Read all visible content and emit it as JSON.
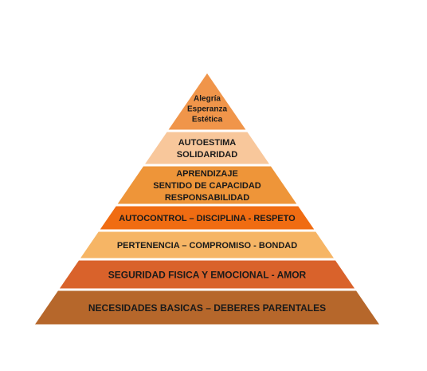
{
  "pyramid": {
    "tiers": [
      {
        "lines": [
          "Alegría",
          "Esperanza",
          "Estética"
        ],
        "color": "#F0954A"
      },
      {
        "lines": [
          "AUTOESTIMA",
          "SOLIDARIDAD"
        ],
        "color": "#F8C79B"
      },
      {
        "lines": [
          "APRENDIZAJE",
          "SENTIDO DE CAPACIDAD",
          "RESPONSABILIDAD"
        ],
        "color": "#EE9539"
      },
      {
        "lines": [
          "AUTOCONTROL – DISCIPLINA - RESPETO"
        ],
        "color": "#F06C12"
      },
      {
        "lines": [
          "PERTENENCIA – COMPROMISO - BONDAD"
        ],
        "color": "#F6B565"
      },
      {
        "lines": [
          "SEGURIDAD FISICA Y EMOCIONAL - AMOR"
        ],
        "color": "#D9622B"
      },
      {
        "lines": [
          "NECESIDADES BASICAS – DEBERES PARENTALES"
        ],
        "color": "#B6672B"
      }
    ]
  }
}
